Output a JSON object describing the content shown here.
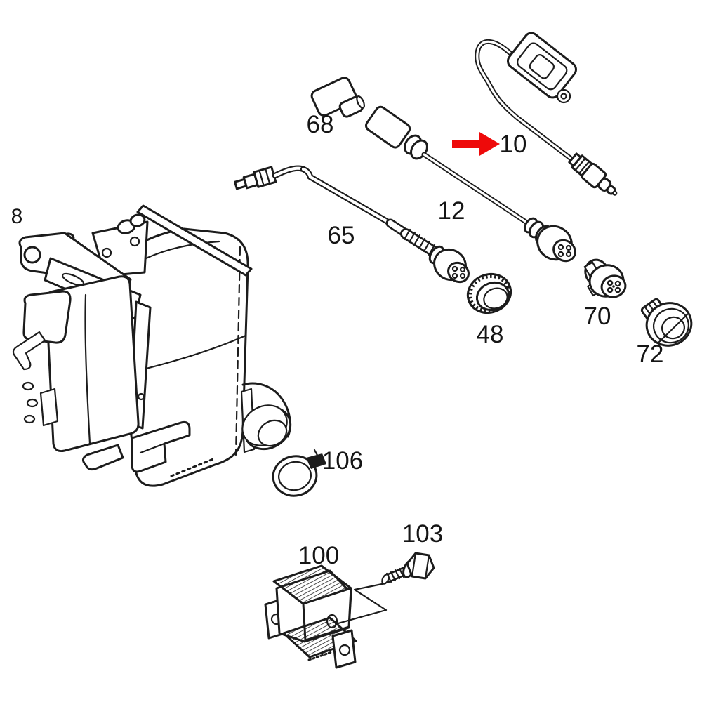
{
  "diagram": {
    "kind": "exploded-parts-line-drawing",
    "background_color": "#ffffff",
    "line_color": "#1c1c1c",
    "pointer": {
      "shape": "right-arrow",
      "color": "#ee0a0a",
      "target_label": "10"
    }
  },
  "parts": [
    {
      "label": "8",
      "depicts": "exhaust-aftertreatment-unit-assembly"
    },
    {
      "label": "68",
      "depicts": "connector-housing-plug"
    },
    {
      "label": "10",
      "depicts": "nox-sensor-with-control-module",
      "highlighted": true
    },
    {
      "label": "12",
      "depicts": "sensor-lead-with-round-connector"
    },
    {
      "label": "65",
      "depicts": "bent-temperature-sensor-probe"
    },
    {
      "label": "48",
      "depicts": "knurled-ring-nut"
    },
    {
      "label": "70",
      "depicts": "round-multi-pin-connector"
    },
    {
      "label": "72",
      "depicts": "grommet-cap"
    },
    {
      "label": "106",
      "depicts": "hose-clamp"
    },
    {
      "label": "100",
      "depicts": "perforated-mounting-bracket"
    },
    {
      "label": "103",
      "depicts": "hex-flange-bolt"
    }
  ]
}
